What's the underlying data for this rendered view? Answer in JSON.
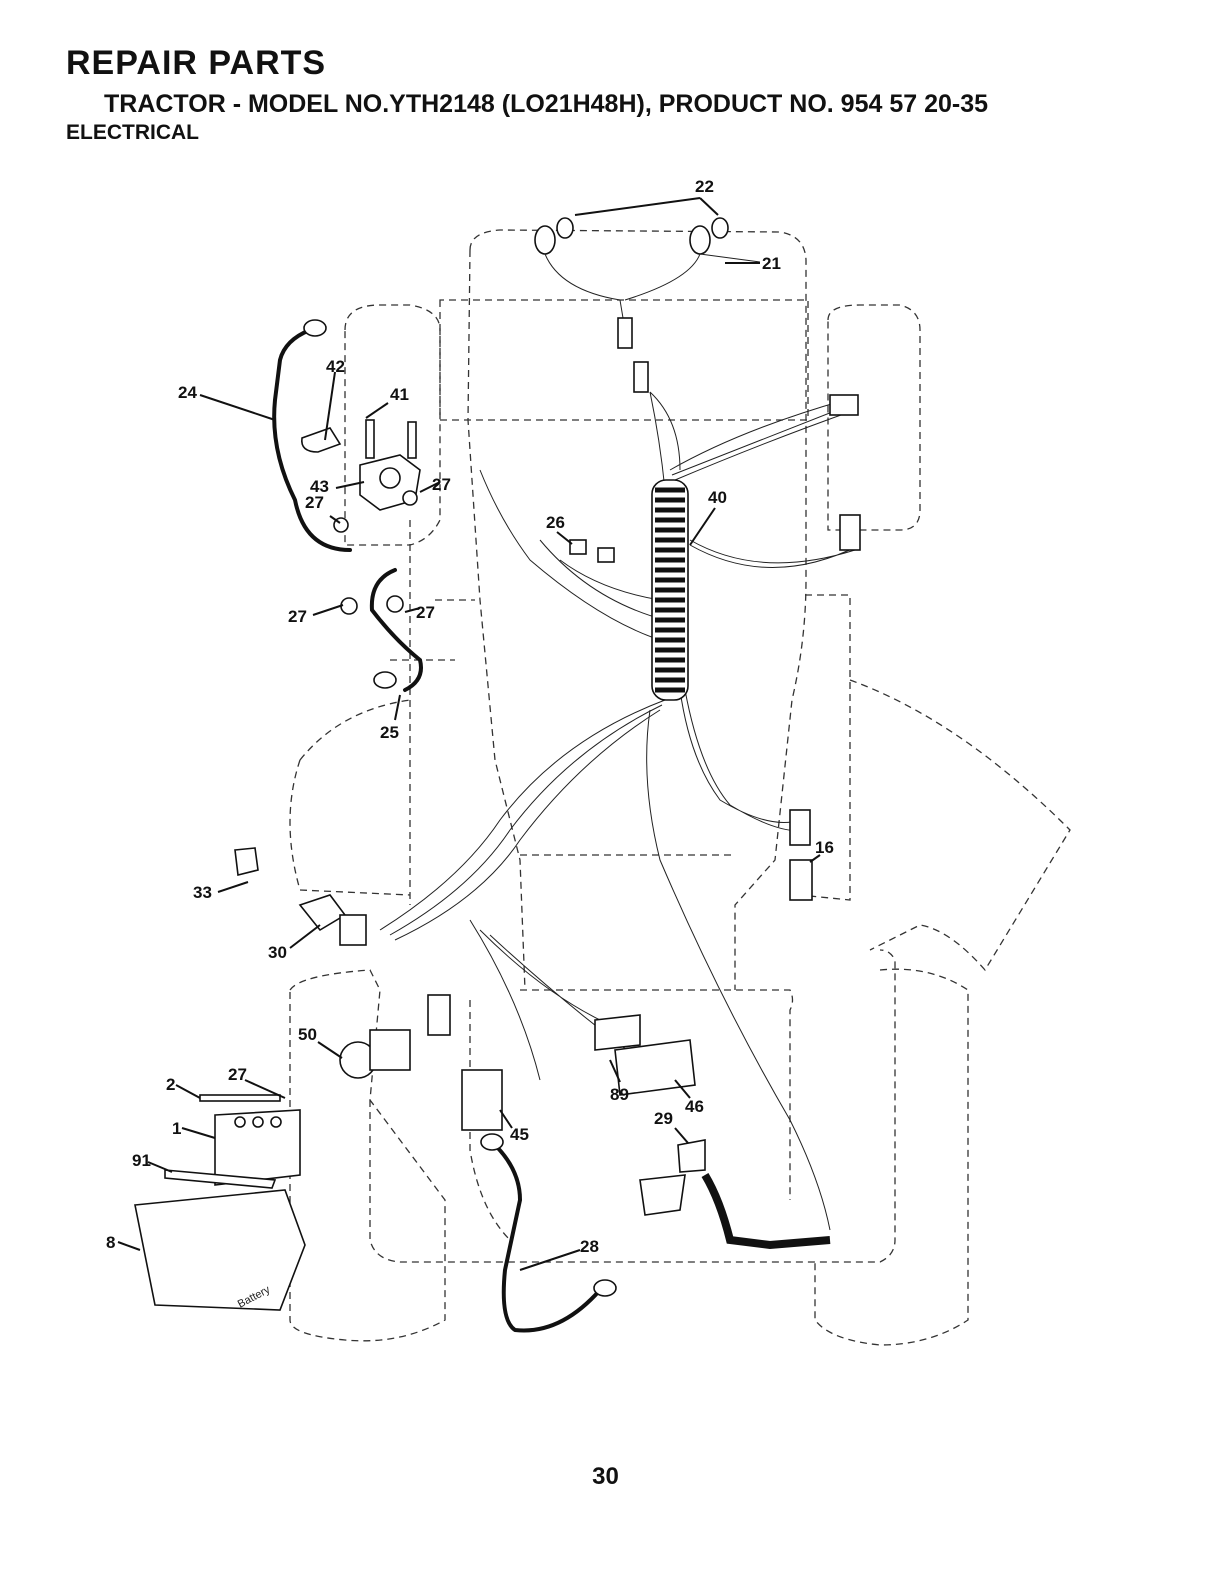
{
  "header": {
    "title": "REPAIR PARTS",
    "subtitle": "TRACTOR - MODEL NO.YTH2148 (LO21H48H), PRODUCT NO. 954 57 20-35",
    "section": "ELECTRICAL"
  },
  "page_number": "30",
  "callouts": {
    "c22": "22",
    "c21": "21",
    "c24": "24",
    "c42": "42",
    "c41": "41",
    "c43": "43",
    "c27a": "27",
    "c27b": "27",
    "c27c": "27",
    "c27d": "27",
    "c27e": "27",
    "c40": "40",
    "c26": "26",
    "c25": "25",
    "c16": "16",
    "c33": "33",
    "c30": "30",
    "c50": "50",
    "c2": "2",
    "c1": "1",
    "c91": "91",
    "c8": "8",
    "c45": "45",
    "c89": "89",
    "c46": "46",
    "c29": "29",
    "c28": "28"
  },
  "battery_box_label": "Battery"
}
